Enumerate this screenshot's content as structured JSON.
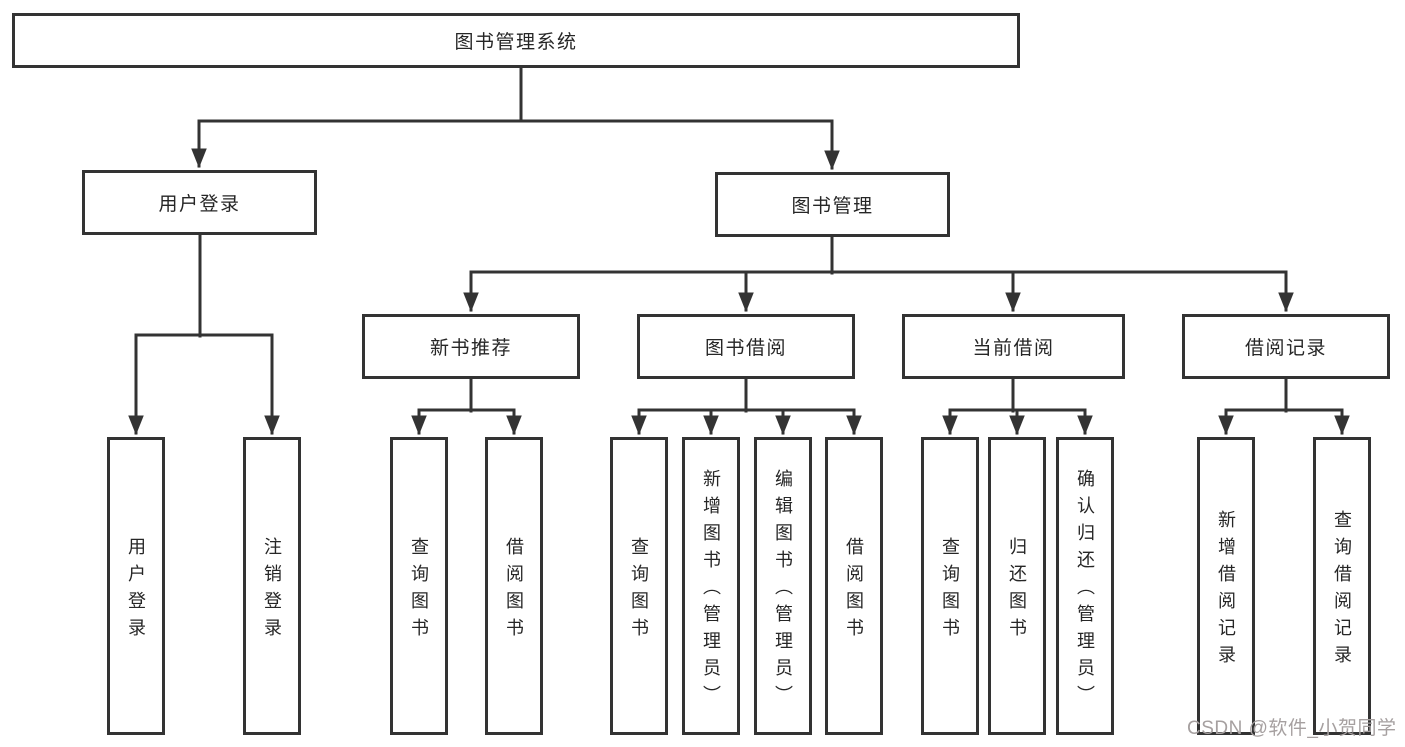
{
  "diagram": {
    "root": {
      "label": "图书管理系统"
    },
    "branches": [
      {
        "label": "用户登录",
        "children": [
          {
            "label": "用户登录"
          },
          {
            "label": "注销登录"
          }
        ]
      },
      {
        "label": "图书管理",
        "children": [
          {
            "label": "新书推荐",
            "children": [
              {
                "label": "查询图书"
              },
              {
                "label": "借阅图书"
              }
            ]
          },
          {
            "label": "图书借阅",
            "children": [
              {
                "label": "查询图书"
              },
              {
                "label": "新增图书（管理员）"
              },
              {
                "label": "编辑图书（管理员）"
              },
              {
                "label": "借阅图书"
              }
            ]
          },
          {
            "label": "当前借阅",
            "children": [
              {
                "label": "查询图书"
              },
              {
                "label": "归还图书"
              },
              {
                "label": "确认归还（管理员）"
              }
            ]
          },
          {
            "label": "借阅记录",
            "children": [
              {
                "label": "新增借阅记录"
              },
              {
                "label": "查询借阅记录"
              }
            ]
          }
        ]
      }
    ]
  },
  "watermark": {
    "text": "CSDN @软件_小贺同学"
  },
  "colors": {
    "line": "#333333",
    "text": "#262626",
    "background": "#ffffff",
    "watermark": "#a6a0a0"
  }
}
